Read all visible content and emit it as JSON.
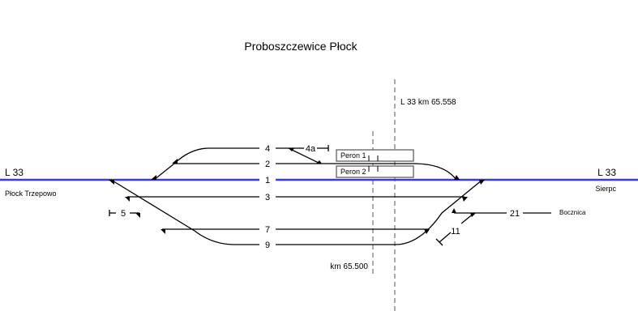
{
  "title": "Proboszczewice Płock",
  "line_left": "L 33",
  "line_right": "L 33",
  "dest_left": "Płock Trzepowo",
  "dest_right": "Sierpc",
  "km_top": "L 33  km  65.558",
  "km_bottom": "km  65.500",
  "tracks": {
    "t1": "1",
    "t2": "2",
    "t3": "3",
    "t4": "4",
    "t4a": "4a",
    "t5": "5",
    "t7": "7",
    "t9": "9",
    "t11": "11",
    "t21": "21"
  },
  "siding_label": "Bocznica",
  "platforms": [
    "Peron 1",
    "Peron 2"
  ],
  "colors": {
    "mainline": "#3a3ae8",
    "track": "#000000",
    "dash": "#808080"
  }
}
